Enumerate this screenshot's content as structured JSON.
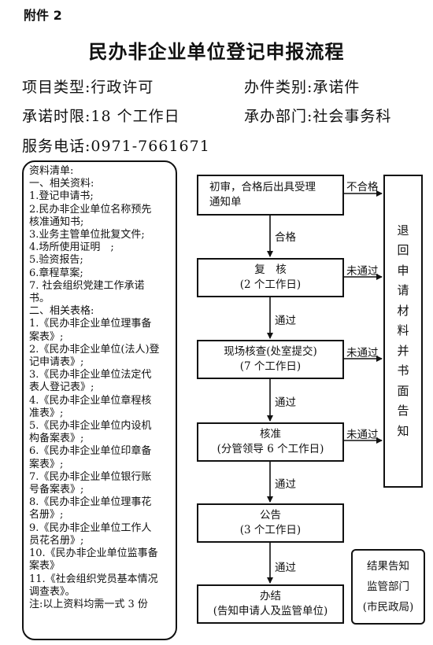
{
  "attachment": "附件 2",
  "title": "民办非企业单位登记申报流程",
  "info": {
    "item_type": "项目类型:行政许可",
    "case_type": "办件类别:承诺件",
    "time_limit": "承诺时限:18 个工作日",
    "department": "承办部门:社会事务科",
    "phone": "服务电话:0971-7661671"
  },
  "materials": {
    "lines": [
      "资料清单:",
      "一、相关资料:",
      "1.登记申请书;",
      "2.民办非企业单位名称预先",
      "核准通知书;",
      "3.业务主管单位批复文件;",
      "4.场所使用证明　;",
      "5.验资报告;",
      "6.章程草案;",
      "7. 社会组织党建工作承诺",
      "书。",
      "二、相关表格:",
      "1.《民办非企业单位理事备",
      "案表》;",
      "2.《民办非企业单位(法人)登",
      "记申请表》;",
      "3.《民办非企业单位法定代",
      "表人登记表》;",
      "4.《民办非企业单位章程核",
      "准表》;",
      "5.《民办非企业单位内设机",
      "构备案表》;",
      "6.《民办非企业单位印章备",
      "案表》;",
      "7.《民办非企业单位银行账",
      "号备案表》;",
      "8.《民办非企业单位理事花",
      "名册》;",
      "9.《民办非企业单位工作人",
      "员花名册》;",
      "10.《民办非企业单位监事备",
      "案表》",
      "11.《社会组织党员基本情况",
      "调查表》。",
      "注:以上资料均需一式 3 份"
    ]
  },
  "steps": {
    "s1": {
      "l1": "初审，合格后出具受理",
      "l2": "通知单"
    },
    "s2": {
      "l1": "复　核",
      "l2": "(2 个工作日)"
    },
    "s3": {
      "l1": "现场核查(处室提交)",
      "l2": "(7 个工作日)"
    },
    "s4": {
      "l1": "核准",
      "l2": "(分管领导 6 个工作日)"
    },
    "s5": {
      "l1": "公告",
      "l2": "(3 个工作日)"
    },
    "s6": {
      "l1": "办结",
      "l2": "(告知申请人及监管单位)"
    }
  },
  "edges": {
    "e1": "合格",
    "e2": "通过",
    "e3": "通过",
    "e4": "通过",
    "e5": "通过",
    "fail1": "不合格",
    "fail2": "未通过",
    "fail3": "未通过",
    "fail4": "未通过"
  },
  "reject_box": {
    "chars": [
      "退",
      "回",
      "申",
      "请",
      "材",
      "料",
      "并",
      "书",
      "面",
      "告",
      "知"
    ]
  },
  "notice_box": {
    "l1": "结果告知",
    "l2": "监管部门",
    "l3": "(市民政局)"
  }
}
